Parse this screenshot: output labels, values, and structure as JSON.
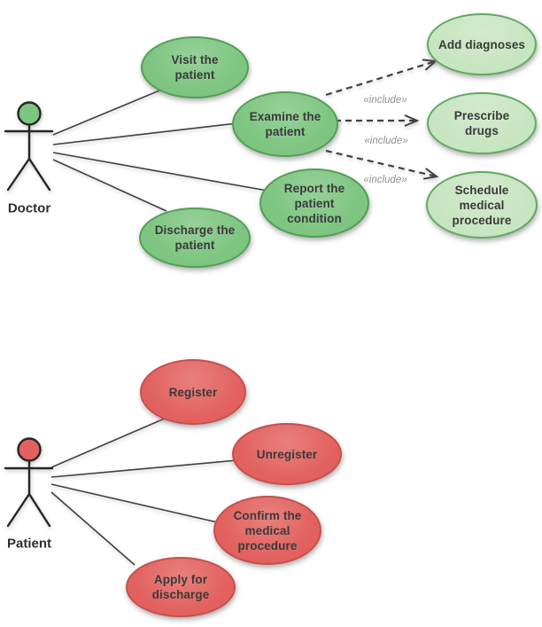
{
  "colors": {
    "green_fill": "#7dc580",
    "green_border": "#51a054",
    "light_green_fill": "#c8e5c1",
    "light_green_border": "#61aa64",
    "red_fill": "#e2615e",
    "red_border": "#c6504d",
    "line": "#414141",
    "text": "#3a3a3a",
    "include_text": "#8f8f8f",
    "background": "#ffffff"
  },
  "actors": {
    "doctor": {
      "label": "Doctor",
      "head_color": "#7dc580"
    },
    "patient": {
      "label": "Patient",
      "head_color": "#e2615e"
    }
  },
  "use_cases": {
    "visit": {
      "label": "Visit the patient",
      "color": "green"
    },
    "examine": {
      "label": "Examine the patient",
      "color": "green"
    },
    "report": {
      "label": "Report the patient condition",
      "color": "green"
    },
    "discharge": {
      "label": "Discharge the patient",
      "color": "green"
    },
    "add_diagnoses": {
      "label": "Add diagnoses",
      "color": "light-green"
    },
    "prescribe_drugs": {
      "label": "Prescribe drugs",
      "color": "light-green"
    },
    "schedule_procedure": {
      "label": "Schedule medical procedure",
      "color": "light-green"
    },
    "register": {
      "label": "Register",
      "color": "red"
    },
    "unregister": {
      "label": "Unregister",
      "color": "red"
    },
    "confirm_procedure": {
      "label": "Confirm the medical procedure",
      "color": "red"
    },
    "apply_discharge": {
      "label": "Apply for discharge",
      "color": "red"
    }
  },
  "stereotypes": {
    "include": "«include»"
  },
  "relationships": {
    "doctor_associations": [
      "Visit the patient",
      "Examine the patient",
      "Report the patient condition",
      "Discharge the patient"
    ],
    "examine_includes": [
      "Add diagnoses",
      "Prescribe drugs",
      "Schedule medical procedure"
    ],
    "patient_associations": [
      "Register",
      "Unregister",
      "Confirm the medical procedure",
      "Apply for discharge"
    ]
  }
}
